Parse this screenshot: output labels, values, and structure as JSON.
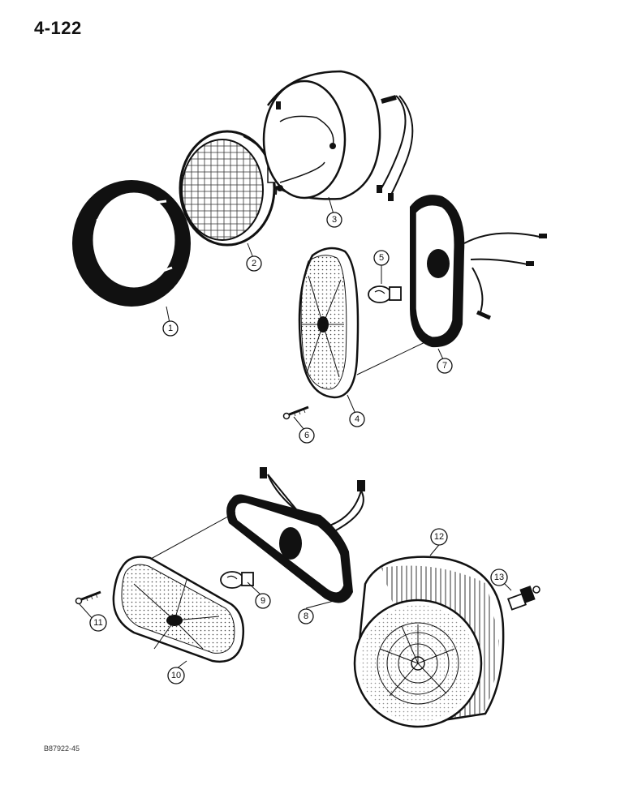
{
  "header": {
    "page_number": "4-122"
  },
  "footer": {
    "figure_code": "B87922-45"
  },
  "callouts": [
    {
      "id": "callout-1",
      "label": "1"
    },
    {
      "id": "callout-2",
      "label": "2"
    },
    {
      "id": "callout-3",
      "label": "3"
    },
    {
      "id": "callout-4",
      "label": "4"
    },
    {
      "id": "callout-5",
      "label": "5"
    },
    {
      "id": "callout-6",
      "label": "6"
    },
    {
      "id": "callout-7",
      "label": "7"
    },
    {
      "id": "callout-8",
      "label": "8"
    },
    {
      "id": "callout-9",
      "label": "9"
    },
    {
      "id": "callout-10",
      "label": "10"
    },
    {
      "id": "callout-11",
      "label": "11"
    },
    {
      "id": "callout-12",
      "label": "12"
    },
    {
      "id": "callout-13",
      "label": "13"
    }
  ],
  "colors": {
    "ink": "#111111",
    "paper": "#ffffff",
    "shade": "#555555"
  }
}
